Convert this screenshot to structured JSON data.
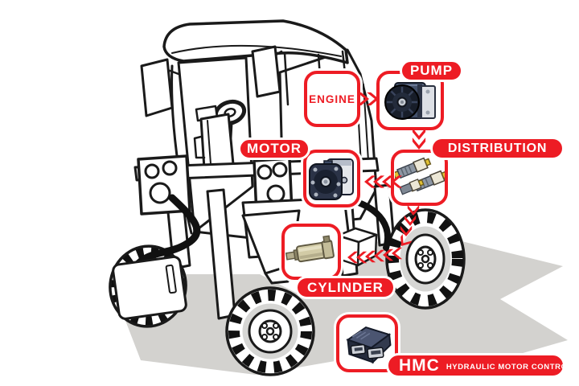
{
  "palette": {
    "red": "#ED1C24",
    "shadow": "#D3D2CF",
    "ink": "#1A1A1A",
    "white": "#FFFFFF"
  },
  "components": {
    "engine": {
      "label": "ENGINE",
      "style": "white-box-red-outline"
    },
    "pump": {
      "label": "PUMP",
      "style": "red-pill-over-photo-box"
    },
    "motor": {
      "label": "MOTOR",
      "style": "red-pill-over-photo-box"
    },
    "distribution": {
      "label": "DISTRIBUTION",
      "style": "red-pill-over-photo-box"
    },
    "cylinder": {
      "label": "CYLINDER",
      "style": "red-pill-under-photo-box"
    },
    "hmc": {
      "label": "HMC",
      "subtitle": "HYDRAULIC MOTOR CONTROL",
      "style": "red-pill-beside-photo-box"
    }
  },
  "flow": [
    {
      "from": "ENGINE",
      "to": "PUMP",
      "style": "solid-red-chevrons-right"
    },
    {
      "from": "PUMP",
      "to": "DISTRIBUTION",
      "style": "red-chevrons-down"
    },
    {
      "from": "DISTRIBUTION",
      "to": "MOTOR",
      "style": "red-chevrons-left"
    },
    {
      "from": "DISTRIBUTION",
      "to": "CYLINDER",
      "style": "red-chevron-chain-down-then-left"
    }
  ],
  "illustration": {
    "subject": "High-clearance four-wheel tractor drawn as black line art with gray ground shadow"
  }
}
